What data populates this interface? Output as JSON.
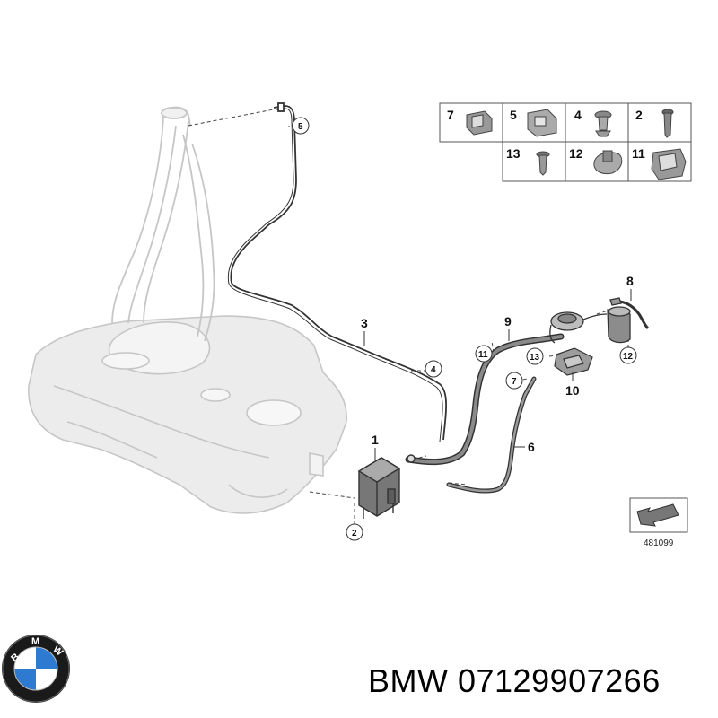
{
  "parts": {
    "p1": "1",
    "p2": "2",
    "p3": "3",
    "p4": "4",
    "p5": "5",
    "p6": "6",
    "p7": "7",
    "p8": "8",
    "p9": "9",
    "p10": "10",
    "p11": "11",
    "p12": "12",
    "p13": "13"
  },
  "table": {
    "row1": [
      "7",
      "5",
      "4",
      "2"
    ],
    "row2": [
      "13",
      "12",
      "11"
    ]
  },
  "reference_code": "481099",
  "brand": {
    "logo_text": "BMW",
    "caption": "BMW 07129907266"
  },
  "colors": {
    "line": "#333333",
    "tank_fill": "#e9e9e9",
    "tank_stroke": "#c4c4c4",
    "logo_blue": "#2e7ad1"
  }
}
